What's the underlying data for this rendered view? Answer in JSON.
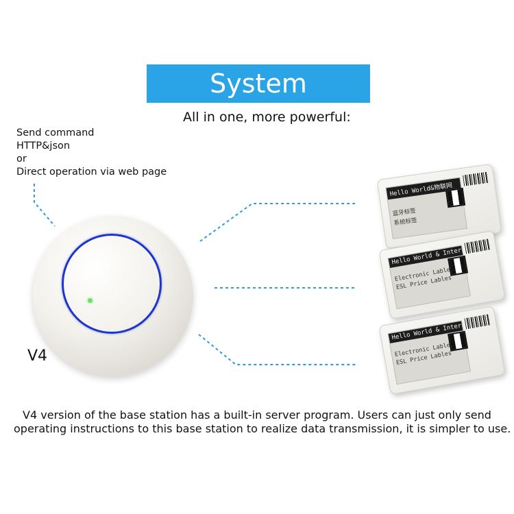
{
  "title": "System Structure",
  "subtitle": "All in one, more powerful:",
  "command_text": [
    "Send command",
    "HTTP&json",
    "or",
    "Direct operation via web page"
  ],
  "device_label": "V4",
  "description": [
    "V4 version of the base station has a built-in server program. Users can just only send",
    "operating instructions to this base station to realize data transmission, it is simpler to use."
  ],
  "tags": [
    {
      "line1": "Hello World&物联网",
      "line2": "蓝牙标签",
      "line3": "系统标签"
    },
    {
      "line1": "Hello World & Internet",
      "line2": "Electronic Lables",
      "line3": "ESL Price Lables"
    },
    {
      "line1": "Hello World & Internet",
      "line2": "Electronic Lables",
      "line3": "ESL Price Lables"
    }
  ],
  "colors": {
    "banner": "#2aa4e6",
    "dashed_link": "#2a9be0",
    "ring": "#1d35c9",
    "led": "#6ee06a"
  }
}
